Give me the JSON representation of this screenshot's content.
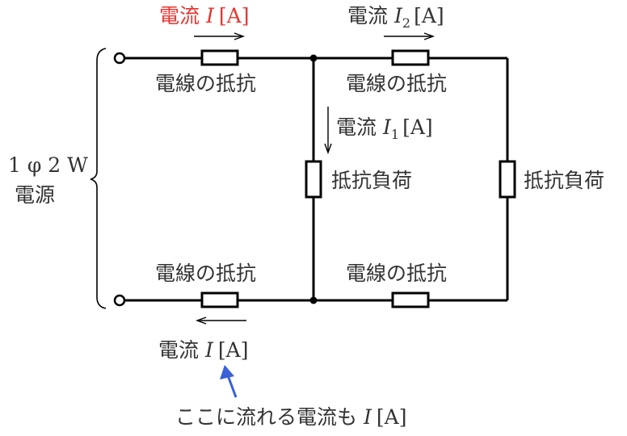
{
  "colors": {
    "wire": "#000000",
    "text": "#333333",
    "highlight_red": "#e8352f",
    "pointer_blue": "#3a5fd9"
  },
  "source": {
    "spec": "1 φ 2 W",
    "label": "電源"
  },
  "wire_resistor_label": "電線の抵抗",
  "load_label": "抵抗負荷",
  "currents": {
    "top_left": {
      "prefix": "電流",
      "symbol": "I",
      "unit": "[A]"
    },
    "top_right": {
      "prefix": "電流",
      "symbol": "I",
      "subscript": "2",
      "unit": "[A]"
    },
    "middle": {
      "prefix": "電流",
      "symbol": "I",
      "subscript": "1",
      "unit": "[A]"
    },
    "bottom_left": {
      "prefix": "電流",
      "symbol": "I",
      "unit": "[A]"
    }
  },
  "note": {
    "text": "ここに流れる電流も",
    "symbol": "I",
    "unit": "[A]"
  }
}
